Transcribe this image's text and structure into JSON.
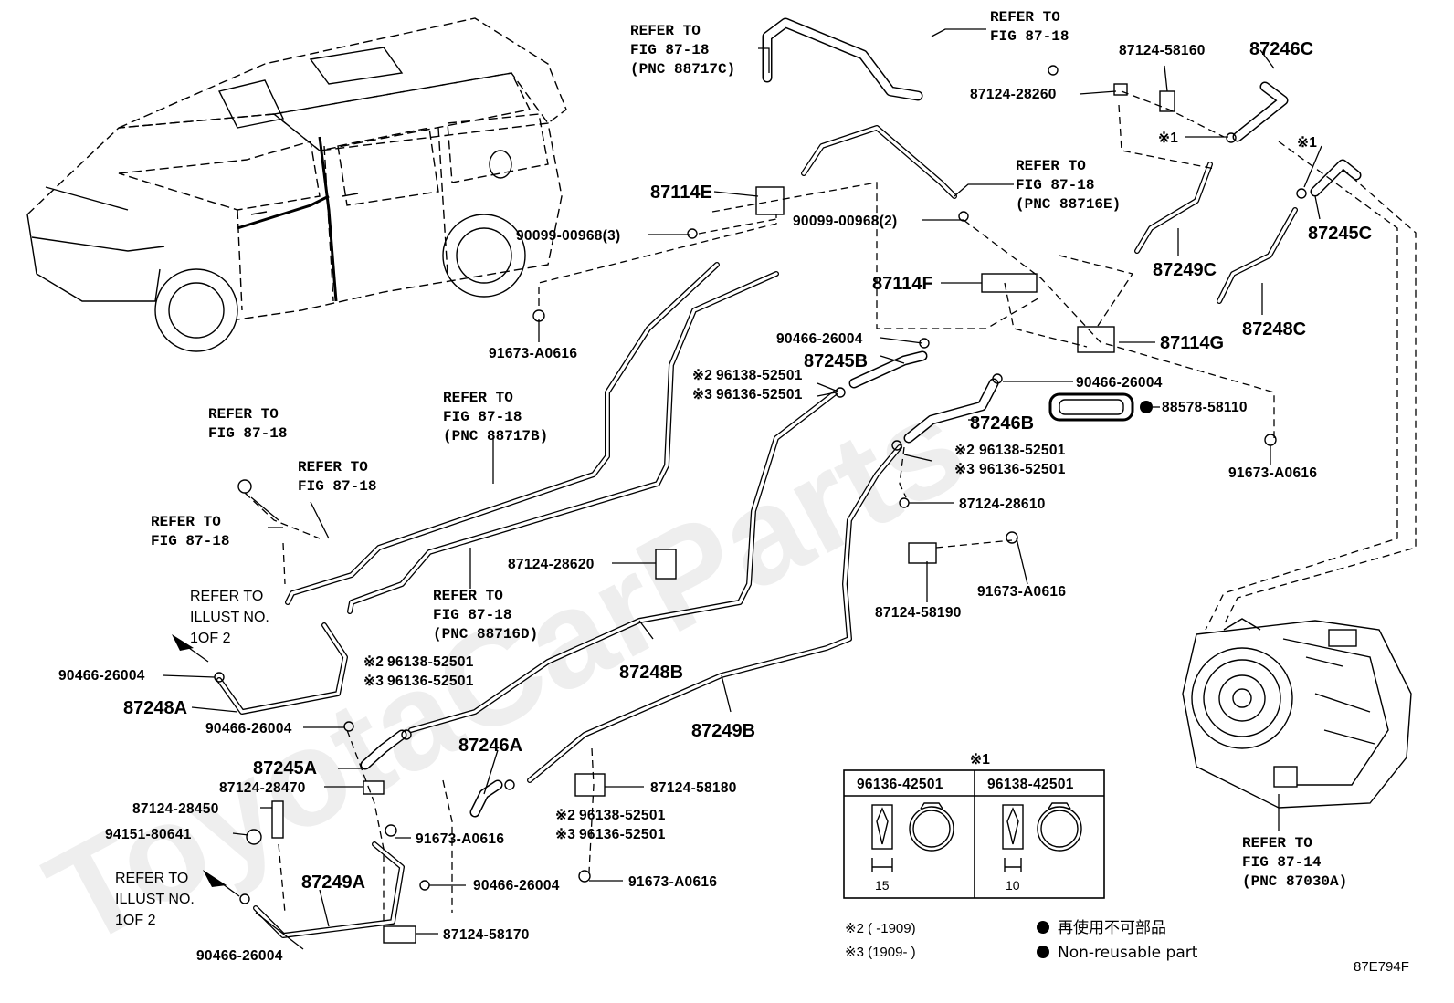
{
  "watermark": "ToyotaCarParts",
  "diagram_code": "87E794F",
  "refs": {
    "r1": [
      "REFER TO",
      "FIG 87-18",
      "(PNC 88717C)"
    ],
    "r2": [
      "REFER TO",
      "FIG 87-18"
    ],
    "r3": [
      "REFER TO",
      "FIG 87-18",
      "(PNC 88716E)"
    ],
    "r4": [
      "REFER TO",
      "FIG 87-18"
    ],
    "r5": [
      "REFER TO",
      "FIG 87-18",
      "(PNC 88717B)"
    ],
    "r6": [
      "REFER TO",
      "FIG 87-18"
    ],
    "r7": [
      "REFER TO",
      "FIG 87-18"
    ],
    "r8": [
      "REFER TO",
      "ILLUST NO.",
      "1OF 2"
    ],
    "r9": [
      "REFER TO",
      "FIG 87-18",
      "(PNC 88716D)"
    ],
    "r10": [
      "REFER TO",
      "ILLUST NO.",
      "1OF 2"
    ],
    "r11": [
      "REFER TO",
      "FIG 87-14",
      "(PNC 87030A)"
    ]
  },
  "parts": {
    "p87114E": "87114E",
    "p87114F": "87114F",
    "p87114G": "87114G",
    "p87246C": "87246C",
    "p87245C": "87245C",
    "p87249C": "87249C",
    "p87248C": "87248C",
    "p87245B": "87245B",
    "p87246B": "87246B",
    "p87248A": "87248A",
    "p87248B": "87248B",
    "p87245A": "87245A",
    "p87246A": "87246A",
    "p87249B": "87249B",
    "p87249A": "87249A"
  },
  "numbers": {
    "n87124_58160": "87124-58160",
    "n87124_28260": "87124-28260",
    "n90099_3": "90099-00968(3)",
    "n90099_2": "90099-00968(2)",
    "n91673_a": "91673-A0616",
    "n90466_a": "90466-26004",
    "n96138_a": "96138-52501",
    "n96136_a": "96136-52501",
    "n90466_b": "90466-26004",
    "n88578": "88578-58110",
    "n91673_b": "91673-A0616",
    "n96138_b": "96138-52501",
    "n96136_b": "96136-52501",
    "n87124_28610": "87124-28610",
    "n87124_28620": "87124-28620",
    "n91673_c": "91673-A0616",
    "n87124_58190": "87124-58190",
    "n90466_c": "90466-26004",
    "n96138_c": "96138-52501",
    "n96136_c": "96136-52501",
    "n90466_d": "90466-26004",
    "n87124_28470": "87124-28470",
    "n87124_28450": "87124-28450",
    "n94151": "94151-80641",
    "n91673_d": "91673-A0616",
    "n87124_58180": "87124-58180",
    "n96138_d": "96138-52501",
    "n96136_d": "96136-52501",
    "n90466_e": "90466-26004",
    "n91673_e": "91673-A0616",
    "n90466_f": "90466-26004",
    "n87124_58170": "87124-58170"
  },
  "marks": {
    "m2": "※2",
    "m3": "※3",
    "m1": "※1"
  },
  "table": {
    "title": "※1",
    "col1": "96136-42501",
    "col2": "96138-42501",
    "dim1": "15",
    "dim2": "10"
  },
  "legend": {
    "note2": "※2 (      -1909)",
    "note3": "※3 (1909-      )",
    "jp": "再使用不可部品",
    "en": "Non-reusable part"
  }
}
